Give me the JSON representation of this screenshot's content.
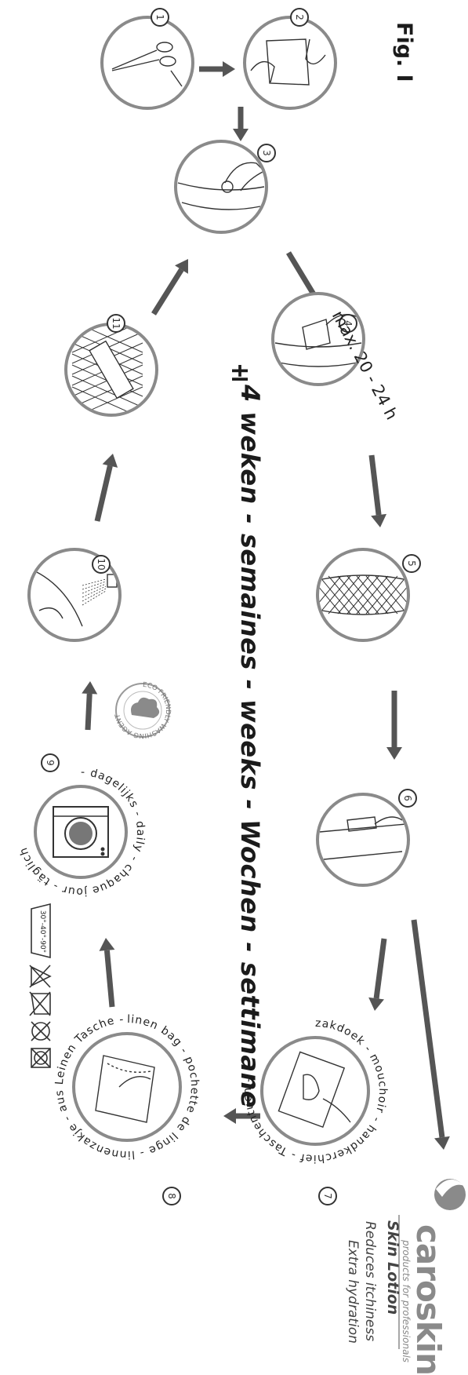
{
  "figure": {
    "label": "Fig. I",
    "duration_prefix": "±",
    "duration_text": "4 weken - semaines - weeks - Wochen - settimane",
    "max_time": "max. 20 - 24 h"
  },
  "steps": [
    {
      "number": "1",
      "icon": "scissors-cutting-dressing-icon"
    },
    {
      "number": "2",
      "icon": "hands-opening-package-icon"
    },
    {
      "number": "3",
      "icon": "hand-applying-lotion-icon"
    },
    {
      "number": "4",
      "icon": "hand-applying-dressing-icon"
    },
    {
      "number": "5",
      "icon": "netting-on-leg-icon"
    },
    {
      "number": "6",
      "icon": "hand-removing-dressing-icon"
    },
    {
      "number": "7",
      "icon": "handkerchief-icon",
      "ring_text": "zakdoek - mouchoir - handkerchief - Taschentuch -"
    },
    {
      "number": "8",
      "icon": "linen-bag-icon",
      "ring_text": "linen bag - pochette de linge - linnenzakje - aus Leinen Tasche -"
    },
    {
      "number": "9",
      "icon": "washing-machine-icon",
      "ring_text": "- dagelijks - daily - chaque jour - täglich"
    },
    {
      "number": "10",
      "icon": "spray-on-cloth-icon"
    },
    {
      "number": "11",
      "icon": "dressing-in-net-icon"
    }
  ],
  "eco_badge": {
    "text": "ECO FRIENDLY WASHING AGENT"
  },
  "wash_symbols": {
    "temperatures": "30°-40°-90°"
  },
  "brand": {
    "logo": "caroskin",
    "tagline": "products for professionals",
    "product": "Skin Lotion",
    "claim1": "Reduces itchiness",
    "claim2": "Extra hydration"
  }
}
